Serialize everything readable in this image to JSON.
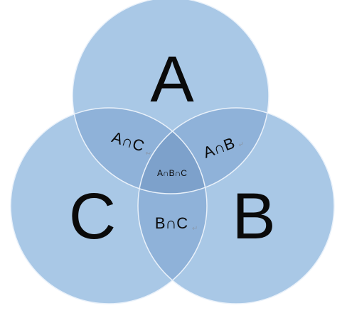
{
  "sets": {
    "a": {
      "label": "A"
    },
    "b": {
      "label": "B"
    },
    "c": {
      "label": "C"
    }
  },
  "regions": {
    "a_and_c": "A∩C",
    "a_and_b": "A∩B",
    "b_and_c": "B∩C",
    "a_and_b_and_c": "A∩B∩C"
  },
  "paragraph_mark": "↵",
  "colors": {
    "circle_fill": "#a9c8e6",
    "circle_stroke": "#e9f1fa",
    "pair_overlap": "#8fb2d9",
    "triple_overlap": "#7da1cb",
    "text": "#0a0a0a"
  }
}
